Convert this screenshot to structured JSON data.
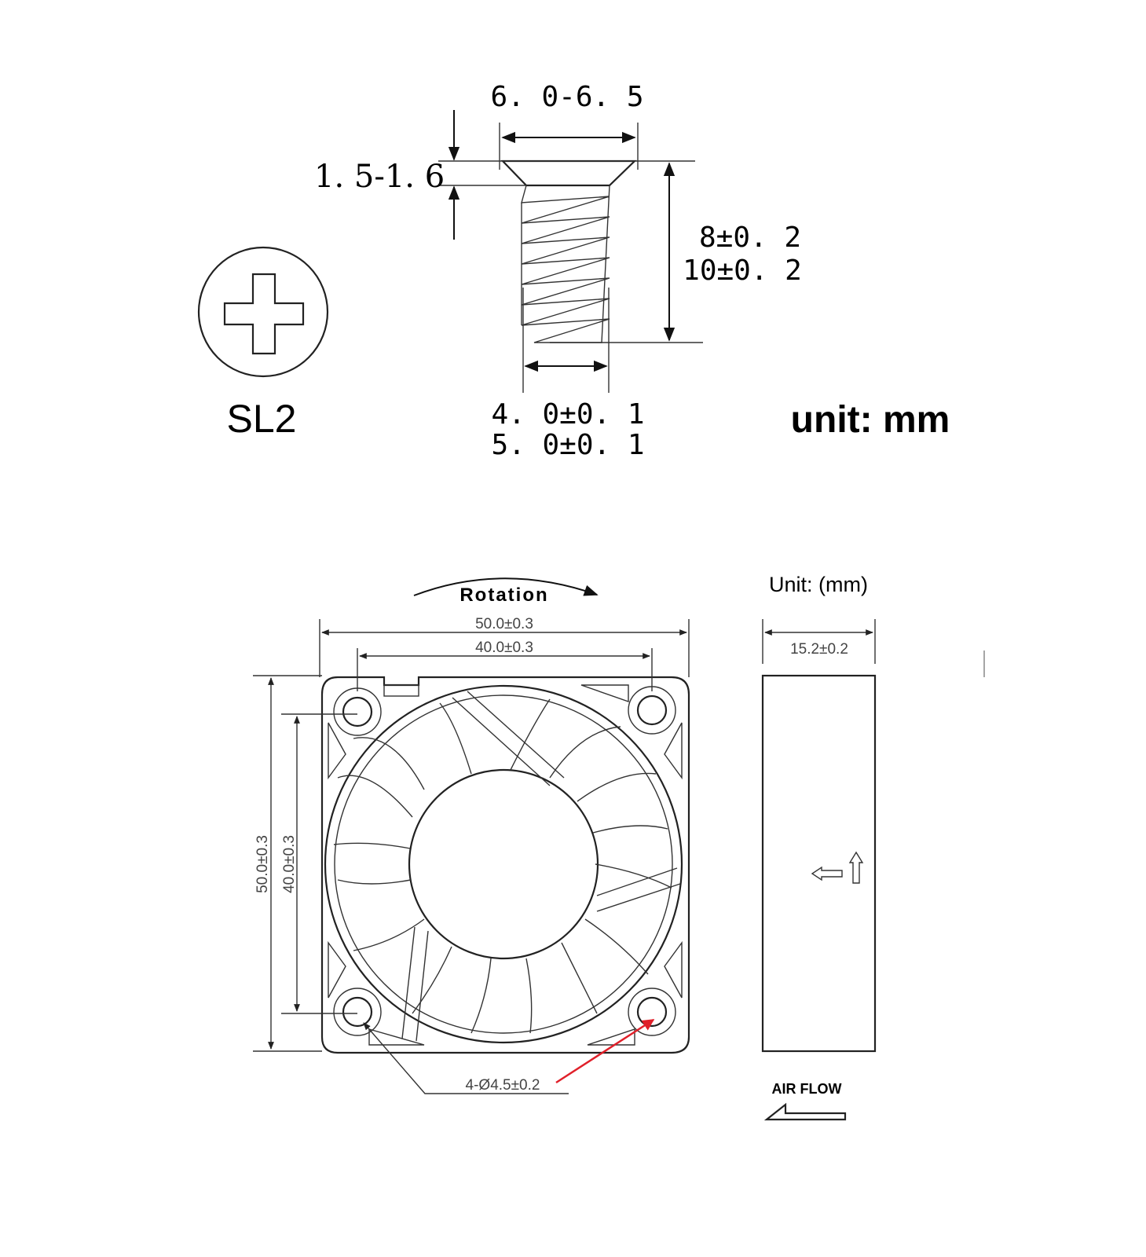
{
  "screw": {
    "head_width": "6. 0-6. 5",
    "head_height": "1. 5-1. 6",
    "length_a": "8±0. 2",
    "length_b": "10±0. 2",
    "diameter_a": "4. 0±0. 1",
    "diameter_b": "5. 0±0. 1",
    "drive_label": "SL2",
    "unit_label": "unit: mm"
  },
  "fan": {
    "rotation_label": "Rotation",
    "width_outer": "50.0±0.3",
    "width_holes": "40.0±0.3",
    "height_outer": "50.0±0.3",
    "height_holes": "40.0±0.3",
    "hole_spec": "4-Ø4.5±0.2",
    "unit_label": "Unit: (mm)",
    "thickness": "15.2±0.2",
    "airflow_label": "AIR FLOW"
  },
  "colors": {
    "line": "#111111",
    "callout_arrow": "#e0202a"
  }
}
